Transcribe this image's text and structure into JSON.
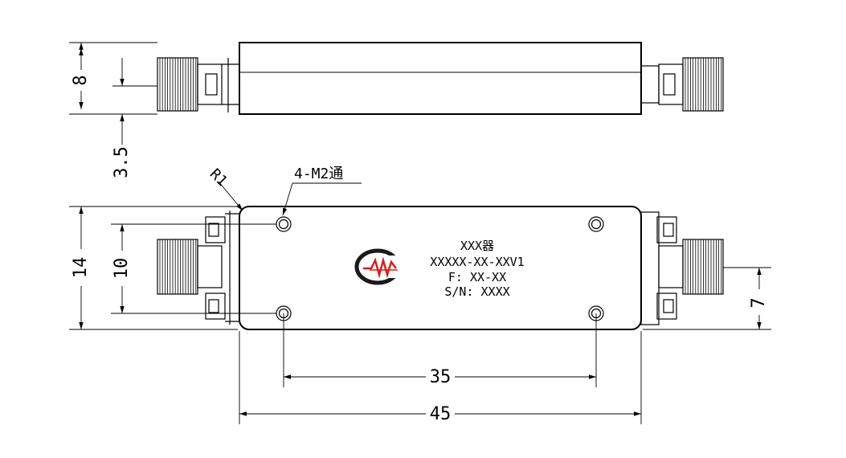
{
  "dimensions": {
    "top_height": "8",
    "pin_offset": "3.5",
    "body_height": "14",
    "hole_spacing_v": "10",
    "connector_offset": "7",
    "hole_spacing_h": "35",
    "body_length": "45"
  },
  "annotations": {
    "radius": "R1",
    "holes": "4-M2通"
  },
  "label": {
    "line1": "XXX器",
    "line2": "XXXXX-XX-XXV1",
    "line3": "F: XX-XX",
    "line4": "S/N: XXXX"
  },
  "colors": {
    "logo_red": "#d6201d",
    "logo_dark": "#1a1a1a",
    "line": "#000000"
  }
}
